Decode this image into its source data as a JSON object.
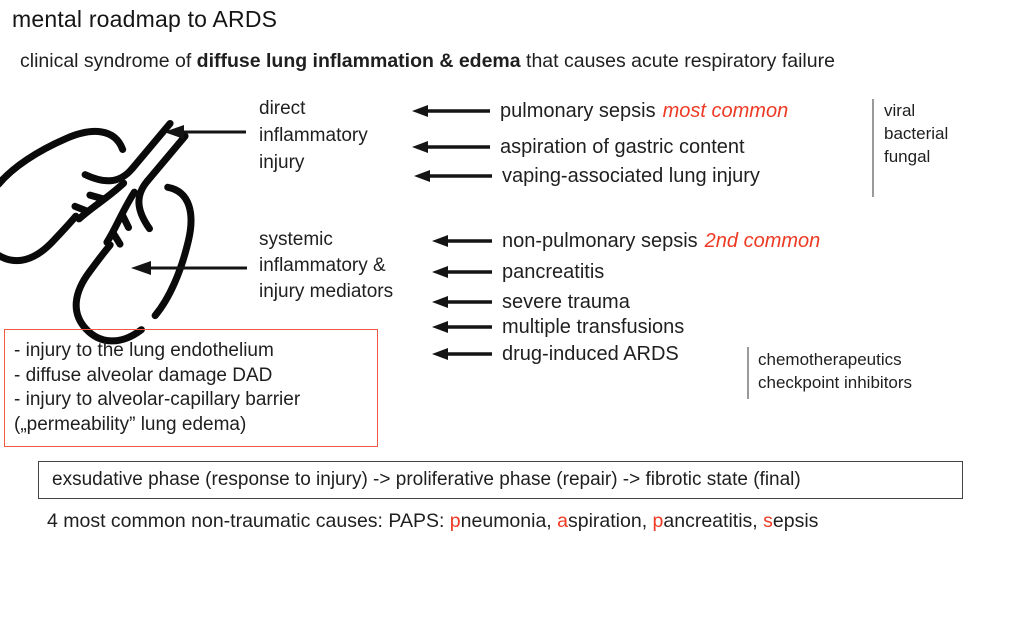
{
  "slide": {
    "title": "mental roadmap to ARDS",
    "subtitle": {
      "prefix": "clinical syndrome of ",
      "bold": "diffuse lung inflammation & edema",
      "suffix": " that causes acute respiratory failure"
    }
  },
  "colors": {
    "accent_red": "#ee3a24",
    "box_border_red": "#f25941",
    "ink": "#1f1f1f",
    "divider_gray": "#9a9a9a"
  },
  "icons": {
    "lungs": "lungs-icon",
    "arrow": "left-arrow-icon"
  },
  "groups": [
    {
      "label_lines": [
        "direct",
        "inflammatory",
        "injury"
      ],
      "causes": [
        {
          "text": "pulmonary sepsis",
          "highlight": "most common"
        },
        {
          "text": "aspiration of gastric content"
        },
        {
          "text": "vaping-associated lung injury"
        }
      ],
      "side_note": [
        "viral",
        "bacterial",
        "fungal"
      ]
    },
    {
      "label_lines": [
        "systemic",
        "inflammatory &",
        "injury mediators"
      ],
      "causes": [
        {
          "text": "non-pulmonary sepsis",
          "highlight": "2nd common"
        },
        {
          "text": "pancreatitis"
        },
        {
          "text": "severe trauma"
        },
        {
          "text": "multiple transfusions"
        },
        {
          "text": "drug-induced ARDS"
        }
      ],
      "side_note": [
        "chemotherapeutics",
        "checkpoint inhibitors"
      ]
    }
  ],
  "pathology_box": {
    "lines": [
      "- injury to the lung endothelium",
      "- diffuse alveolar damage DAD",
      "- injury to alveolar-capillary barrier",
      "(„permeability” lung edema)"
    ]
  },
  "phases_box": {
    "text": "exsudative phase (response to injury) -> proliferative phase (repair) -> fibrotic state (final)"
  },
  "mnemonic": {
    "prefix": "4 most common non-traumatic causes: PAPS: ",
    "items": [
      {
        "initial": "p",
        "rest": "neumonia, "
      },
      {
        "initial": "a",
        "rest": "spiration, "
      },
      {
        "initial": "p",
        "rest": "ancreatitis, "
      },
      {
        "initial": "s",
        "rest": "epsis"
      }
    ]
  }
}
